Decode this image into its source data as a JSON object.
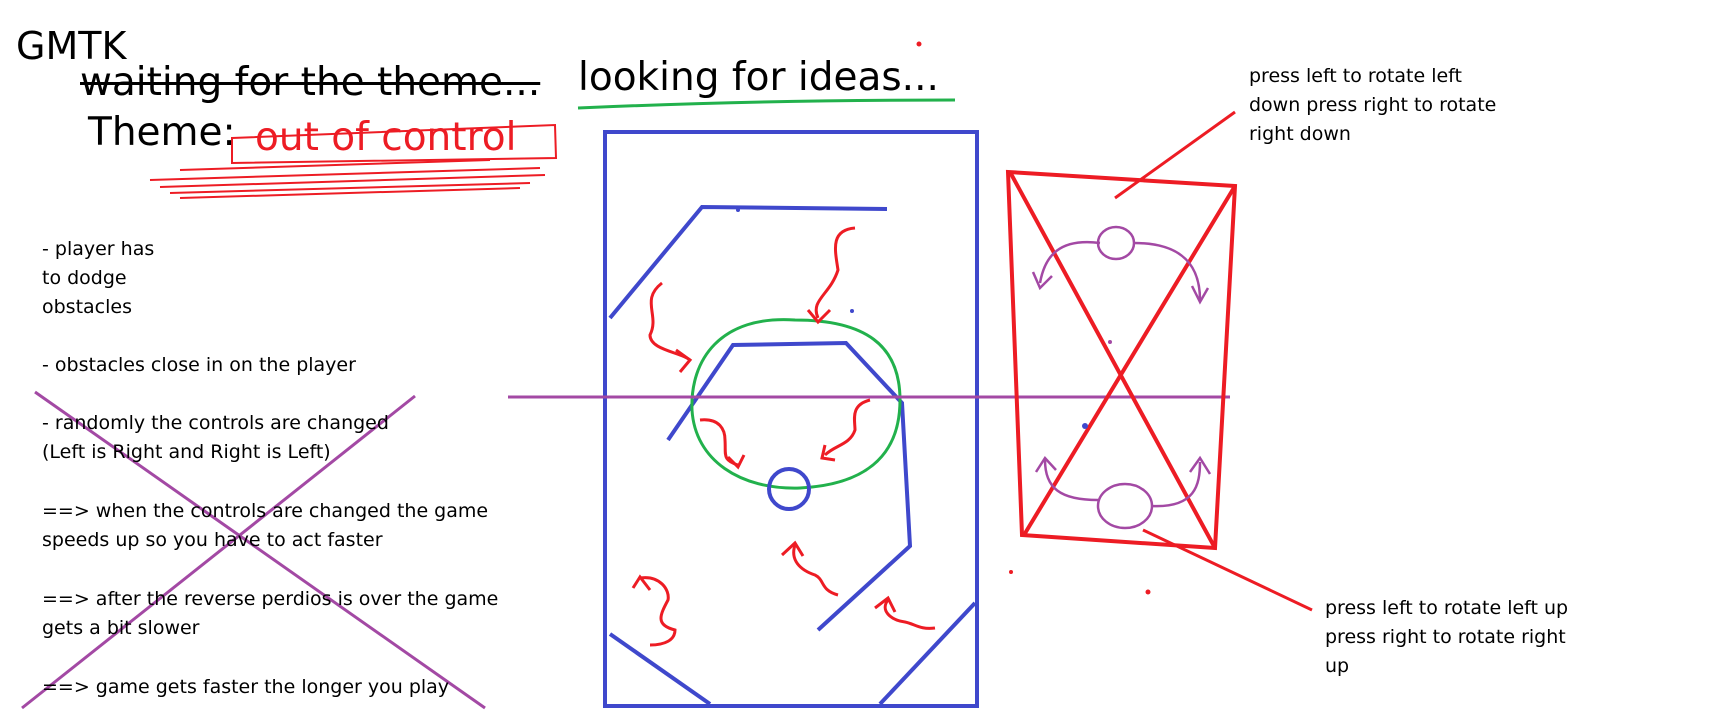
{
  "header": {
    "app_title": "GMTK",
    "struck_text": "waiting for the theme...",
    "status_text": "looking for ideas...",
    "theme_label": "Theme:",
    "theme_value": "out of control"
  },
  "notes": {
    "items": [
      "- player has",
      "to dodge",
      "obstacles",
      "- obstacles close in on the player",
      "- randomly the controls are changed",
      "(Left is Right and Right is Left)",
      "==> when the controls are changed the game",
      "speeds up so you have to act faster",
      "==> after the reverse perdios is over the game",
      "gets a bit slower",
      "==> game gets faster the longer you play"
    ]
  },
  "annotations": {
    "top_right": [
      "press left to rotate left",
      "down press right to rotate",
      "right down"
    ],
    "bottom_right": [
      "press left to rotate left up",
      "press right to rotate right",
      "up"
    ]
  },
  "colors": {
    "black": "#000000",
    "red": "#ed1c24",
    "blue": "#3f48cc",
    "green": "#22b14c",
    "purple": "#a349a4"
  }
}
